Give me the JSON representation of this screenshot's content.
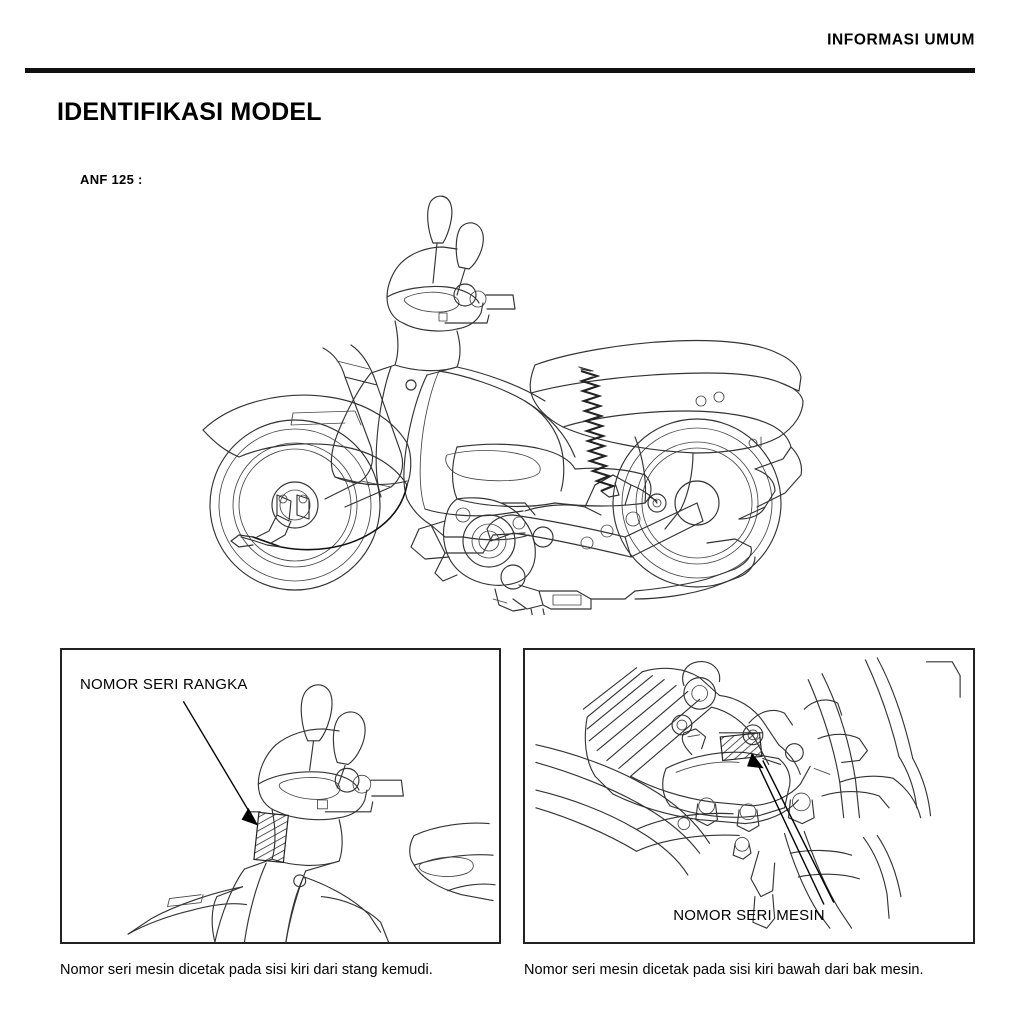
{
  "header": {
    "title": "INFORMASI UMUM"
  },
  "page": {
    "title": "IDENTIFIKASI MODEL",
    "model_label": "ANF 125 :"
  },
  "main_illustration": {
    "name": "anf-125-side-view-line-drawing",
    "alt": "ANF 125 motorcycle left side view technical line drawing"
  },
  "panels": [
    {
      "id": "frame-number",
      "callout_label": "NOMOR SERI RANGKA",
      "caption": "Nomor seri mesin dicetak pada sisi kiri dari stang kemudi.",
      "illustration_name": "steering-head-frame-number-detail"
    },
    {
      "id": "engine-number",
      "callout_label": "NOMOR SERI MESIN",
      "caption": "Nomor seri mesin dicetak pada sisi kiri bawah dari bak mesin.",
      "illustration_name": "crankcase-engine-number-detail"
    }
  ],
  "colors": {
    "ink": "#000000",
    "line": "#333333",
    "rule": "#111111",
    "panel_border": "#222222",
    "background": "#ffffff"
  }
}
